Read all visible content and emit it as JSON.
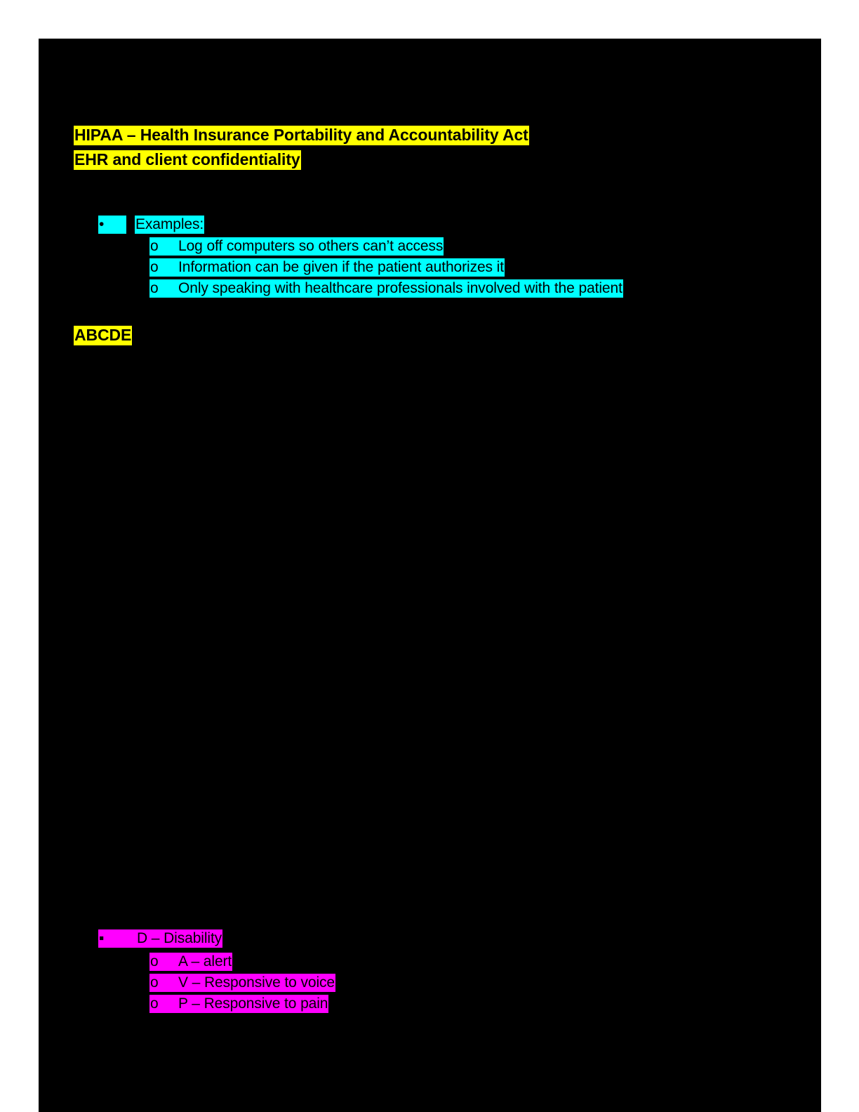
{
  "document": {
    "page_background": "#000000",
    "canvas_background": "#FFFFFF",
    "highlight_colors": {
      "yellow": "#FFFF00",
      "cyan": "#00FFFF",
      "magenta": "#FF00FF"
    },
    "text_color": "#000000"
  },
  "heading": {
    "line1": "HIPAA – Health Insurance Portability and Accountability Act",
    "line2": "EHR and client confidentiality"
  },
  "examples_section": {
    "bullet_marker": "•",
    "bullet_label": "Examples:",
    "sub_marker": "o",
    "items": [
      "Log off computers so others can’t access",
      "Information can be given if the patient authorizes it",
      "Only speaking with healthcare professionals involved with the patient"
    ]
  },
  "abcde_heading": {
    "text": "ABCDE"
  },
  "disability_section": {
    "bullet_marker": "▪",
    "bullet_label": "D – Disability",
    "sub_marker": "o",
    "items": [
      "A – alert",
      "V – Responsive to voice",
      "P – Responsive to pain"
    ]
  }
}
